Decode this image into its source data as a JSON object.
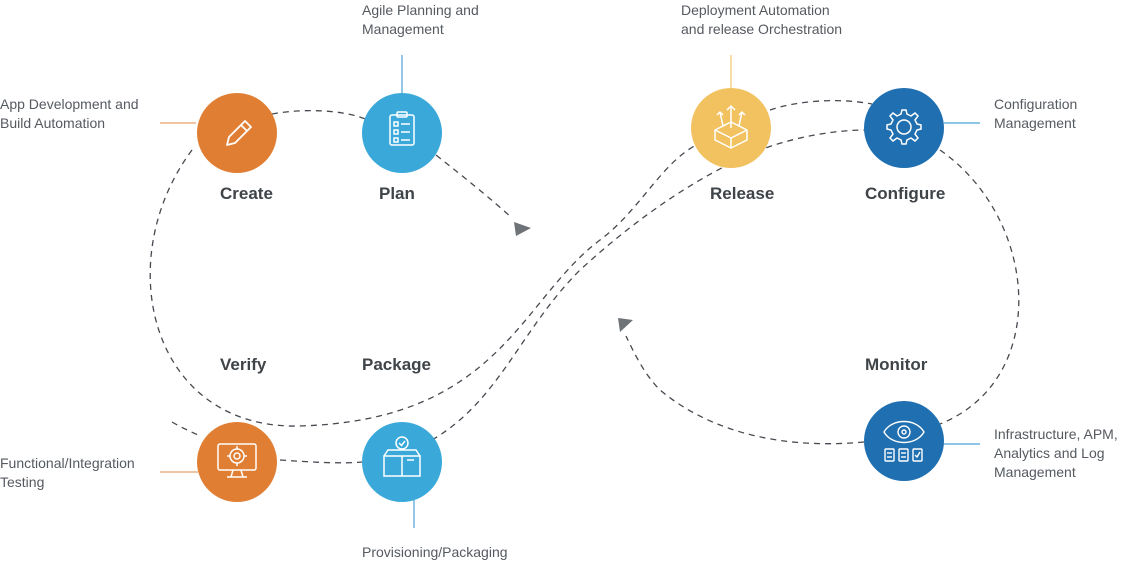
{
  "colors": {
    "orange": "#e07f34",
    "light_blue": "#3aa9da",
    "yellow": "#f2c261",
    "dark_blue": "#1f6fb1",
    "dash": "#454a50",
    "arrow": "#6e7378",
    "leader_orange": "#e8a067",
    "leader_blue": "#4aa3d6",
    "leader_yellow": "#f1c56b"
  },
  "stages": {
    "create": {
      "title": "Create",
      "icon": "pencil-icon",
      "color": "orange"
    },
    "plan": {
      "title": "Plan",
      "icon": "checklist-icon",
      "color": "light_blue"
    },
    "verify": {
      "title": "Verify",
      "icon": "monitor-gear-icon",
      "color": "orange"
    },
    "package": {
      "title": "Package",
      "icon": "box-check-icon",
      "color": "light_blue"
    },
    "release": {
      "title": "Release",
      "icon": "box-arrows-up-icon",
      "color": "yellow"
    },
    "configure": {
      "title": "Configure",
      "icon": "gear-icon",
      "color": "dark_blue"
    },
    "monitor": {
      "title": "Monitor",
      "icon": "eye-analytics-icon",
      "color": "dark_blue"
    }
  },
  "descriptions": {
    "create": "App Development and\nBuild Automation",
    "plan": "Agile Planning and\nManagement",
    "verify": "Functional/Integration\nTesting",
    "package": "Provisioning/Packaging",
    "release": "Deployment Automation\nand release Orchestration",
    "configure": "Configuration\nManagement",
    "monitor": "Infrastructure, APM,\nAnalytics and Log\nManagement"
  }
}
